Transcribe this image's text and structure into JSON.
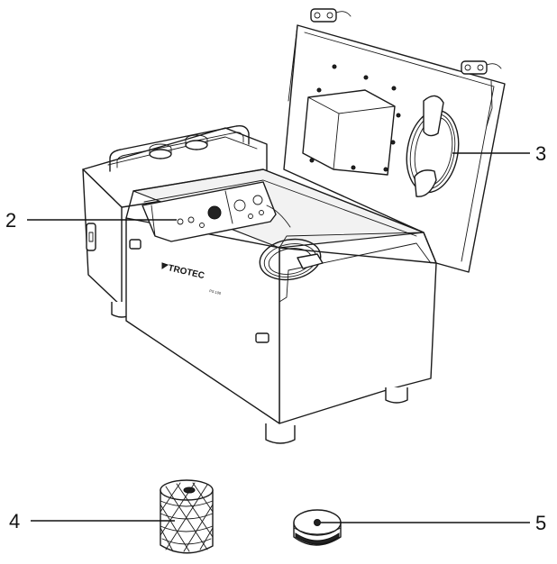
{
  "brand": "TROTEC",
  "model": "PS 100",
  "callouts": [
    {
      "id": "2",
      "label": "2"
    },
    {
      "id": "3",
      "label": "3"
    },
    {
      "id": "4",
      "label": "4"
    },
    {
      "id": "5",
      "label": "5"
    }
  ]
}
